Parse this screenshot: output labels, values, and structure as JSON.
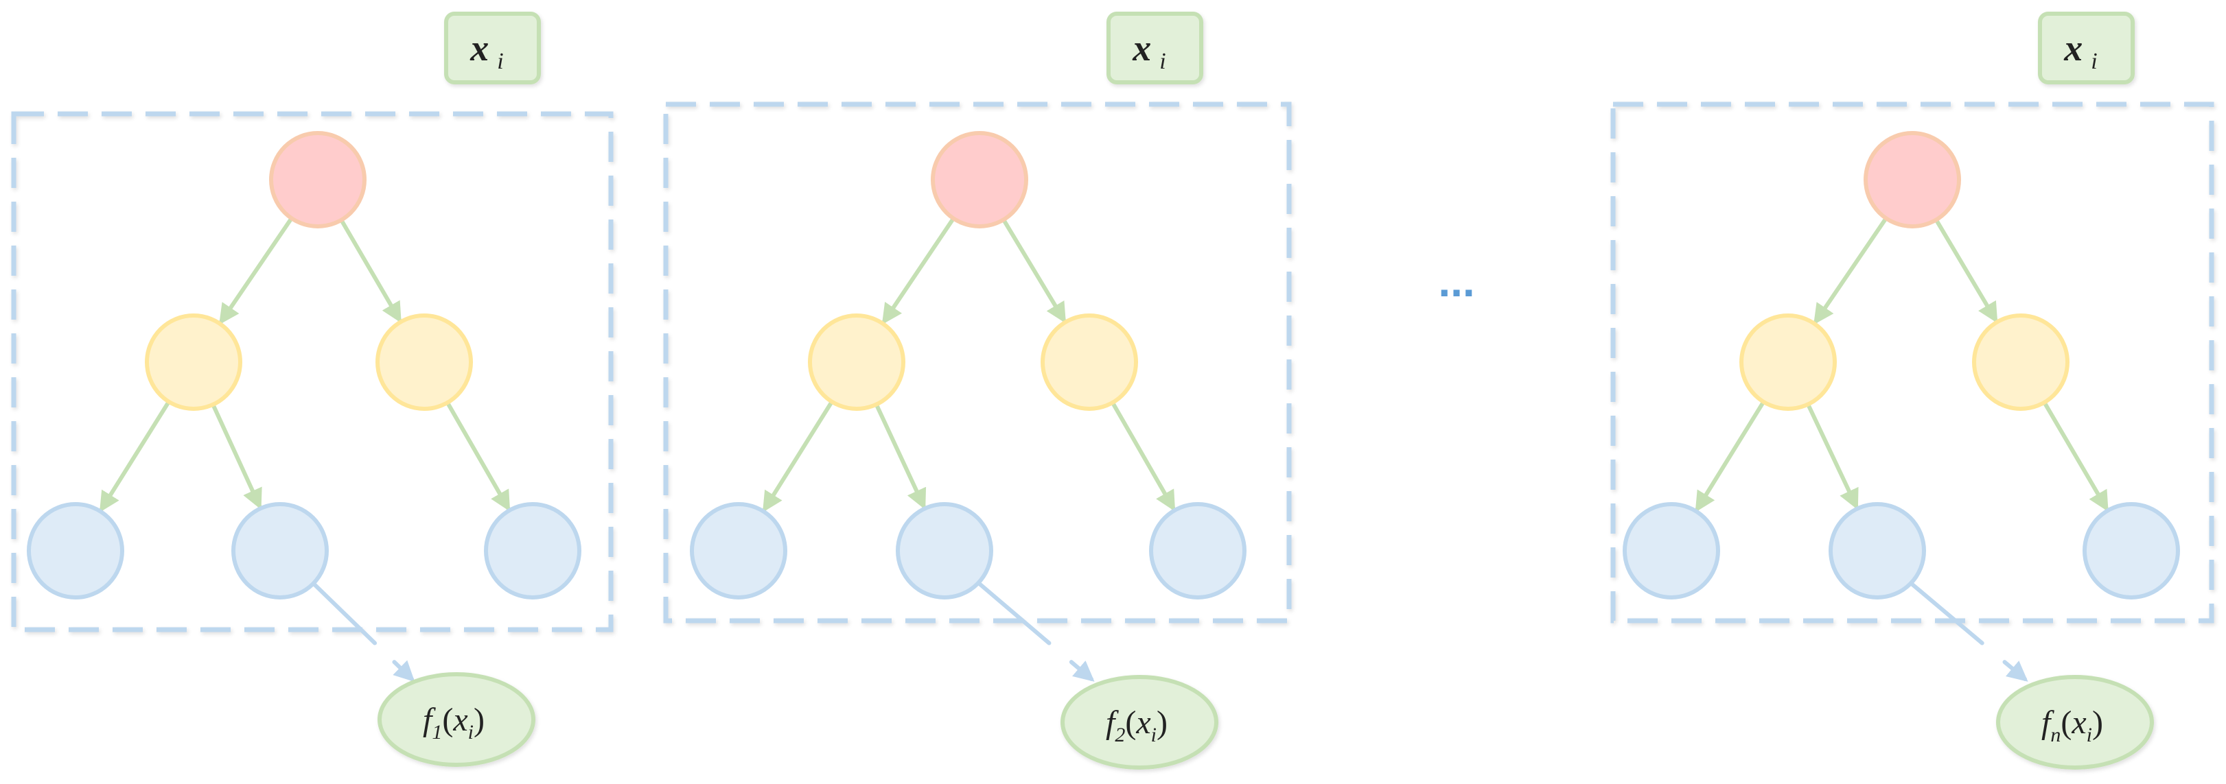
{
  "colors": {
    "frame_stroke": "#bdd7ee",
    "root_fill": "#ffcccc",
    "root_stroke": "#f8cbad",
    "mid_fill": "#fff2cc",
    "mid_stroke": "#ffe699",
    "leaf_fill": "#deebf7",
    "leaf_stroke": "#bdd7ee",
    "edge_green": "#c5e0b4",
    "output_fill": "#e2f0d9",
    "output_stroke": "#c5e0b4",
    "input_fill": "#e2f0d9",
    "input_stroke": "#c5e0b4",
    "output_arrow": "#bdd7ee",
    "ellipsis": "#5b9bd5"
  },
  "trees": [
    {
      "input_label": {
        "base": "x",
        "sub": "i"
      },
      "output_label": {
        "func": "f",
        "func_sub": "1",
        "arg": "x",
        "arg_sub": "i"
      }
    },
    {
      "input_label": {
        "base": "x",
        "sub": "i"
      },
      "output_label": {
        "func": "f",
        "func_sub": "2",
        "arg": "x",
        "arg_sub": "i"
      }
    },
    {
      "input_label": {
        "base": "x",
        "sub": "i"
      },
      "output_label": {
        "func": "f",
        "func_sub": "n",
        "arg": "x",
        "arg_sub": "i"
      }
    }
  ],
  "ellipsis": "..."
}
